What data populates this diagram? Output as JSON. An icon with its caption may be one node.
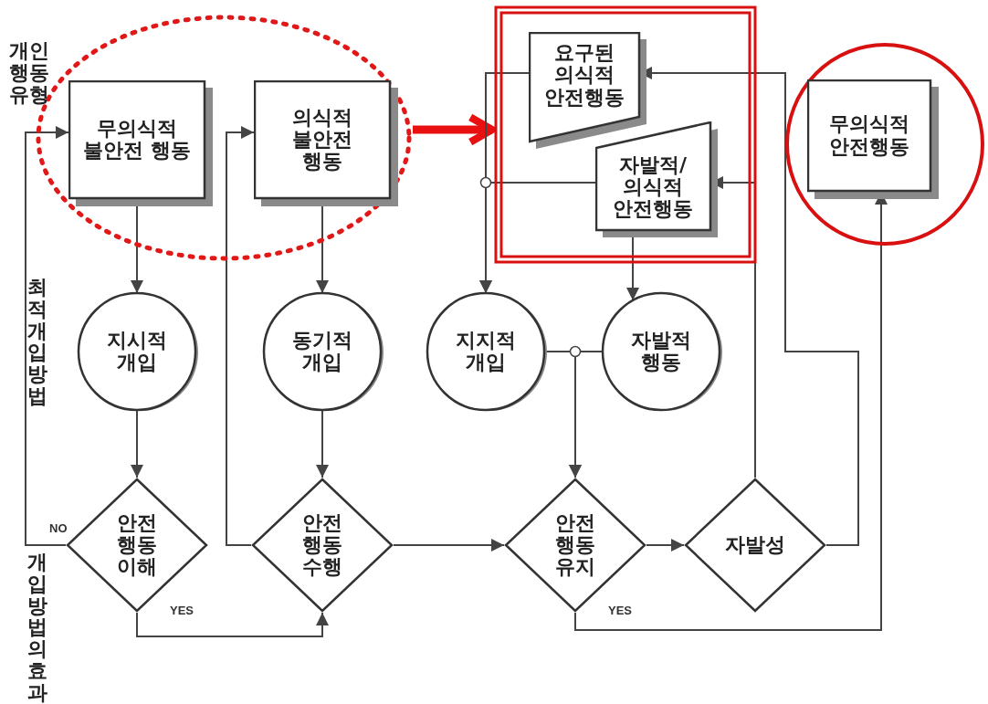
{
  "diagram": {
    "nodes": [
      {
        "text": [],
        "shape": "circle"
      },
      {
        "text": [
          "무의식적 불안전 행동"
        ],
        "in": 0
      },
      {
        "text": [
          "의식적 불안전 행동"
        ],
        "in": 0
      },
      {
        "text": [],
        "shape": "box"
      },
      {
        "text": [
          "요구된 의식적 안전행동"
        ],
        "in": 3
      },
      {
        "text": [
          "자발적/ 의식적 안전행동"
        ],
        "in": 3
      },
      {
        "text": [],
        "shape": "circle"
      },
      {
        "text": [
          "무의식적 안전행동"
        ],
        "in": 6
      },
      {
        "text": [
          "지시적 개입"
        ]
      },
      {
        "text": [
          "동기적 개입"
        ]
      },
      {
        "text": [
          "지지적 개입"
        ]
      },
      {
        "text": [
          "자발적 행동"
        ]
      },
      {
        "text": [
          "안전 행동 이해"
        ]
      },
      {
        "text": [
          "안전 행동 수행"
        ]
      },
      {
        "text": [
          "안전 행동 유지"
        ]
      },
      {
        "text": [
          "자발성"
        ]
      }
    ],
    "edges": [
      {
        "from": 0,
        "to": 3,
        "arrow": "to",
        "style": "thick",
        "color": "#e81010"
      },
      {
        "from": 1,
        "to": 8,
        "arrow": "to"
      },
      {
        "from": 2,
        "to": 9,
        "arrow": "to"
      },
      {
        "from": 8,
        "to": 12,
        "arrow": "to"
      },
      {
        "from": 9,
        "to": 13,
        "arrow": "to"
      },
      {
        "from": 12,
        "to": 1,
        "arrow": "to",
        "label": "NO"
      },
      {
        "from": 12,
        "to": 13,
        "arrow": "to",
        "label": "YES"
      },
      {
        "from": 13,
        "to": 2,
        "arrow": "to"
      },
      {
        "from": 13,
        "to": 14,
        "arrow": "to"
      },
      {
        "from": 4,
        "to": 10,
        "arrow": "to"
      },
      {
        "from": 5,
        "to": 10,
        "arrow": "to"
      },
      {
        "from": 5,
        "to": 11,
        "arrow": "to"
      },
      {
        "from": 10,
        "to": 14,
        "arrow": "to"
      },
      {
        "from": 11,
        "to": 14,
        "arrow": "to"
      },
      {
        "from": 14,
        "to": 15,
        "arrow": "to"
      },
      {
        "from": 15,
        "to": 5,
        "arrow": "to"
      },
      {
        "from": 15,
        "to": 4,
        "arrow": "to"
      },
      {
        "from": 14,
        "to": 7,
        "arrow": "to",
        "label": "YES"
      }
    ],
    "labels": [
      "개인행동유형",
      "최적개입방법",
      "개입방법의효과"
    ]
  }
}
